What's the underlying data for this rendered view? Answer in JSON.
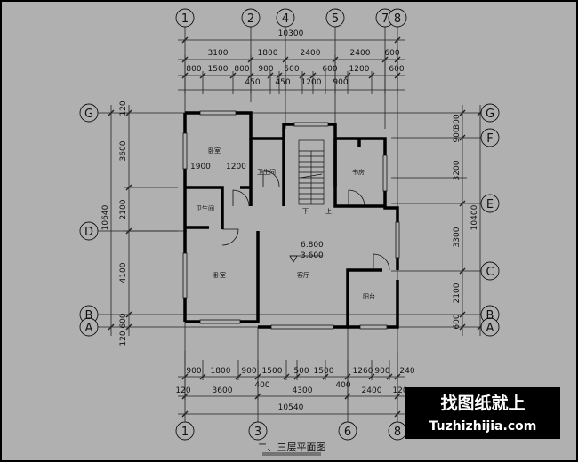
{
  "title": "二、三层平面图",
  "watermark": {
    "cn": "找图纸就上",
    "url": "Tuzhizhijia.com"
  },
  "top_axes": [
    "1",
    "2",
    "4",
    "5",
    "7",
    "8"
  ],
  "bottom_axes": [
    "1",
    "3",
    "6",
    "8"
  ],
  "left_axes": [
    "G",
    "D",
    "B",
    "A"
  ],
  "right_axes": [
    "G",
    "F",
    "E",
    "C",
    "B",
    "A"
  ],
  "dims_top": {
    "overall": "10300",
    "row1": [
      "3100",
      "1800",
      "2400",
      "2400",
      "600"
    ],
    "row2": [
      "800",
      "1500",
      "800",
      "900",
      "500",
      "600",
      "1200",
      "600"
    ],
    "row3": [
      "450",
      "450",
      "1200",
      "900"
    ]
  },
  "dims_bottom": {
    "row1": [
      "900",
      "1800",
      "900",
      "1500",
      "500",
      "1500",
      "1260",
      "900",
      "240"
    ],
    "row2": [
      "120",
      "3600",
      "400",
      "4300",
      "400",
      "2400",
      "120"
    ],
    "overall": "10540"
  },
  "dims_left": {
    "overall": "10640",
    "segments": [
      "120",
      "3600",
      "2100",
      "4100",
      "600",
      "120"
    ]
  },
  "dims_right": {
    "overall": "10400",
    "segments": [
      "300",
      "900",
      "3200",
      "3300",
      "2100",
      "600"
    ]
  },
  "rooms": {
    "bedroom1": "卧室",
    "bedroom1_dims": [
      "1900",
      "1200"
    ],
    "wc1": "卫生间",
    "wc2": "卫生间",
    "study": "书房",
    "bedroom2": "卧室",
    "living": "客厅",
    "balcony": "阳台",
    "level_main": "6.800",
    "level_sub": "3.600",
    "stair_down": "下",
    "stair_up": "上"
  }
}
